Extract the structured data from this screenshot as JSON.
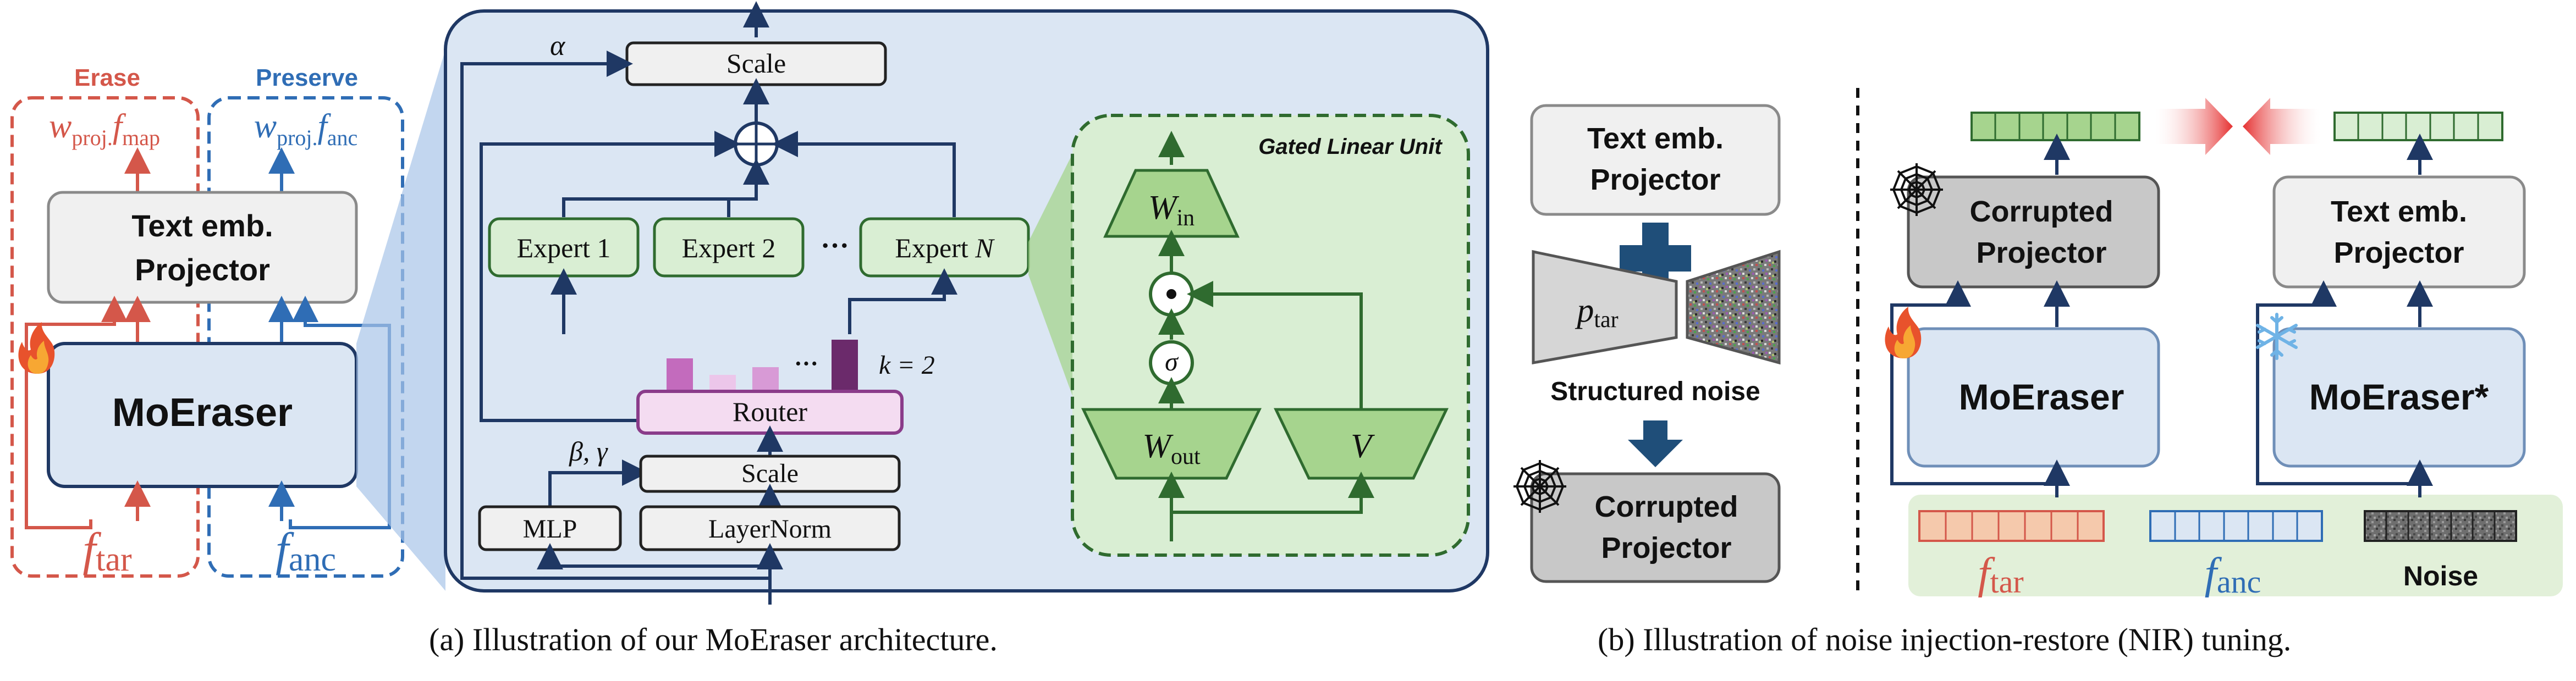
{
  "panel_a": {
    "erase_label": "Erase",
    "preserve_label": "Preserve",
    "w_symbol": "w",
    "proj_sub": "proj.",
    "f_symbol": "f",
    "map_sub": "map",
    "anc_sub": "anc",
    "tar_sub": "tar",
    "projector_line1": "Text emb.",
    "projector_line2": "Projector",
    "moeraser": "MoEraser",
    "caption": "(a) Illustration of our MoEraser architecture."
  },
  "architecture": {
    "alpha": "α",
    "scale_top": "Scale",
    "expert1": "Expert 1",
    "expert2": "Expert 2",
    "ellipsis": "···",
    "expert_n_prefix": "Expert ",
    "expert_n_var": "N",
    "k_eq": "k = 2",
    "router": "Router",
    "beta_gamma": "β, γ",
    "scale_bottom": "Scale",
    "mlp": "MLP",
    "layernorm": "LayerNorm"
  },
  "glu": {
    "title": "Gated Linear Unit",
    "w_in_main": "W",
    "w_in_sub": "in",
    "odot": "⊙",
    "sigma": "σ",
    "w_out_main": "W",
    "w_out_sub": "out",
    "v": "V"
  },
  "panel_b": {
    "projector_line1": "Text emb.",
    "projector_line2": "Projector",
    "p_main": "p",
    "p_sub": "tar",
    "structured_noise": "Structured noise",
    "corrupted_line1": "Corrupted",
    "corrupted_line2": "Projector",
    "moeraser": "MoEraser",
    "moeraser_star": "MoEraser*",
    "f_symbol": "f",
    "tar_sub": "tar",
    "anc_sub": "anc",
    "noise_label": "Noise",
    "caption": "(b) Illustration of noise injection-restore (NIR) tuning."
  },
  "colors": {
    "erase_red": "#d4574a",
    "preserve_blue": "#2f6db5",
    "navy_line": "#1f3864",
    "panel_blue": "#dbe6f3",
    "expert_green": "#d9eed3",
    "glu_green": "#2f6b2f",
    "router_purple": "#8a3c8a"
  }
}
